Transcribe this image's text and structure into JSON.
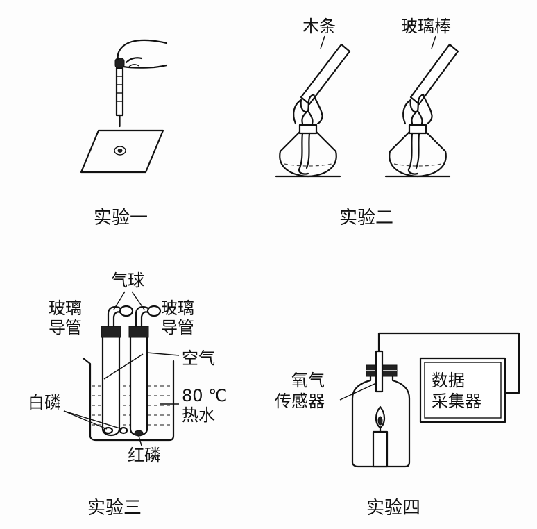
{
  "exp1": {
    "caption": "实验一"
  },
  "exp2": {
    "caption": "实验二",
    "label_left": "木条",
    "label_right": "玻璃棒"
  },
  "exp3": {
    "caption": "实验三",
    "balloon_label": "气球",
    "tube_left": [
      "玻璃",
      "导管"
    ],
    "tube_right": [
      "玻璃",
      "导管"
    ],
    "air_label": "空气",
    "water_label": [
      "80 ℃",
      "热水"
    ],
    "white_phosphorus": "白磷",
    "red_phosphorus": "红磷"
  },
  "exp4": {
    "caption": "实验四",
    "sensor_label": [
      "氧气",
      "传感器"
    ],
    "collector_label": [
      "数据",
      "采集器"
    ]
  }
}
